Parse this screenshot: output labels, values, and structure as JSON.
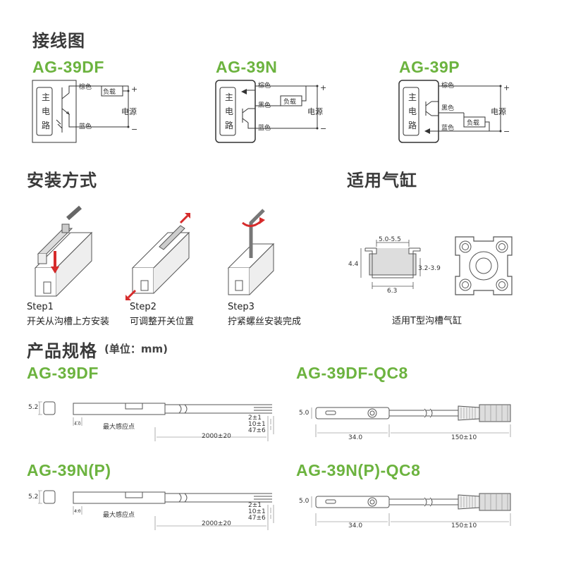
{
  "wiring": {
    "title": "接线图",
    "diagrams": [
      {
        "model": "AG-39DF",
        "main_circuit": [
          "主",
          "电",
          "路"
        ],
        "brown": "棕色",
        "blue": "蓝色",
        "load": "负载",
        "power": "电源",
        "plus": "+",
        "minus": "−"
      },
      {
        "model": "AG-39N",
        "main_circuit": [
          "主",
          "电",
          "路"
        ],
        "brown": "棕色",
        "black": "黑色",
        "blue": "蓝色",
        "load": "负载",
        "power": "电源",
        "plus": "+",
        "minus": "−"
      },
      {
        "model": "AG-39P",
        "main_circuit": [
          "主",
          "电",
          "路"
        ],
        "brown": "棕色",
        "black": "黑色",
        "blue": "蓝色",
        "load": "负载",
        "power": "电源",
        "plus": "+",
        "minus": "−"
      }
    ]
  },
  "install": {
    "title": "安装方式",
    "steps": [
      {
        "label": "Step1",
        "desc": "开关从沟槽上方安装"
      },
      {
        "label": "Step2",
        "desc": "可调整开关位置"
      },
      {
        "label": "Step3",
        "desc": "拧紧螺丝安装完成"
      }
    ]
  },
  "cylinder": {
    "title": "适用气缸",
    "dims": {
      "top": "5.0-5.5",
      "left": "4.4",
      "right": "3.2-3.9",
      "bottom": "6.3"
    },
    "caption": "适用T型沟槽气缸"
  },
  "specs": {
    "title": "产品规格",
    "unit": "(单位：mm)",
    "items": [
      {
        "model": "AG-39DF",
        "height": "5.2",
        "offset": "4.0",
        "max_point": "最大感应点",
        "l1": "2±1",
        "l2": "10±1",
        "l3": "47±6",
        "cable": "2000±20"
      },
      {
        "model": "AG-39DF-QC8",
        "height": "5.0",
        "body": "34.0",
        "cable": "150±10"
      },
      {
        "model": "AG-39N(P)",
        "height": "5.2",
        "offset": "4.0",
        "max_point": "最大感应点",
        "l1": "2±1",
        "l2": "10±1",
        "l3": "47±6",
        "cable": "2000±20"
      },
      {
        "model": "AG-39N(P)-QC8",
        "height": "5.0",
        "body": "34.0",
        "cable": "150±10"
      }
    ]
  },
  "colors": {
    "accent": "#6cb33f",
    "arrow": "#d62b2b"
  }
}
